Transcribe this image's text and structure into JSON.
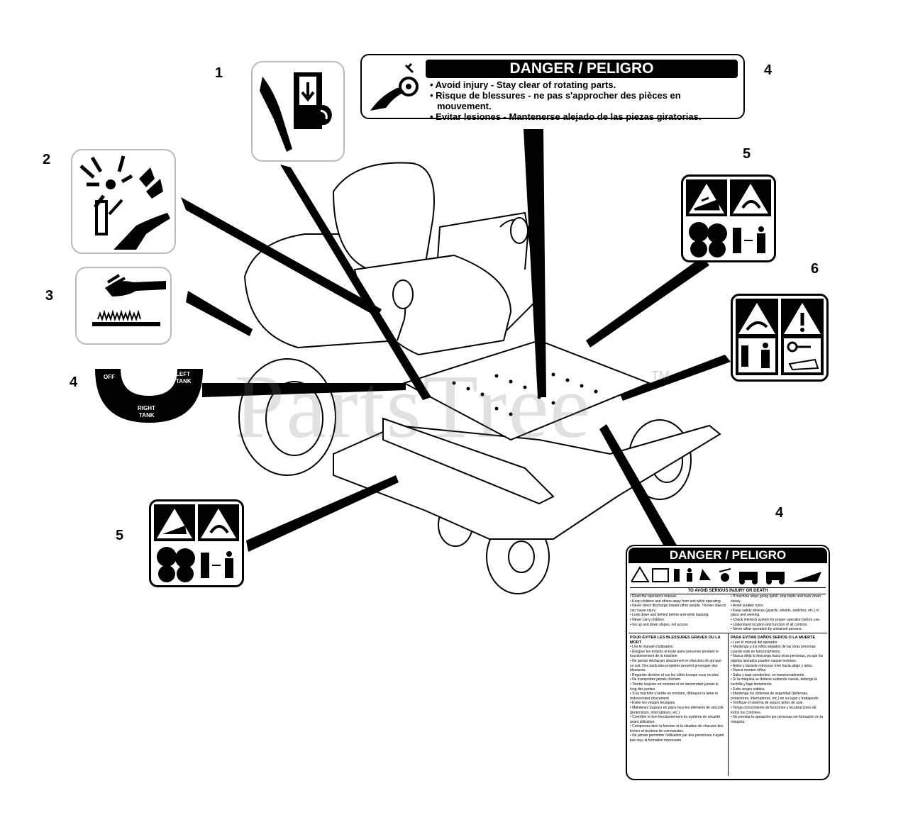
{
  "callouts": [
    "1",
    "2",
    "3",
    "4",
    "4",
    "4",
    "5",
    "5",
    "6"
  ],
  "decal_danger_rotating": {
    "header": "DANGER / PELIGRO",
    "lines": [
      "• Avoid injury - Stay clear of rotating parts.",
      "• Risque de blessures - ne pas s'approcher des pièces en",
      "mouvement.",
      "• Evitar lesiones - Mantenerse alejado de las piezas giratorias."
    ]
  },
  "decal_fuel": {
    "off": "OFF",
    "left": "LEFT",
    "left2": "TANK",
    "right": "RIGHT",
    "right2": "TANK"
  },
  "decal_danger_operator": {
    "header": "DANGER / PELIGRO",
    "subheader": "TO AVOID SERIOUS INJURY OR DEATH",
    "en_left": [
      "• Read the operator's manual.",
      "• Keep children and others away from unit while operating.",
      "• Never direct discharge toward other people. Thrown objects can cause injury.",
      "• Look down and behind before and while backing.",
      "• Never carry children.",
      "• Go up and down slopes, not across."
    ],
    "en_right": [
      "• If machine stops going uphill, stop blade and back down slowly.",
      "• Avoid sudden turns.",
      "• Keep safety devices (guards, shields, switches, etc.) in place and working.",
      "• Check interlock system for proper operation before use.",
      "• Understand location and function of all controls.",
      "• Never allow operation by untrained persons."
    ],
    "fr_header": "POUR ÉVITER LES BLESSURES GRAVES OU LA MORT",
    "es_header": "PARA EVITAR DAÑOS SERIOS O LA MUERTE",
    "fr_lines": [
      "• Lire le manuel d'utilisation.",
      "• Éloigner les enfants et toute autre personne pendant le fonctionnement de la machine.",
      "• Ne jamais décharger directement en direction de qui que ce soit. Des particules projetées peuvent provoquer des blessures.",
      "• Regarder derrière et sur les côtés lorsque vous reculez.",
      "• Ne transportez jamais d'enfant.",
      "• Tondre toujours en montant et en descendant jamais le long des pentes.",
      "• Si la machine s'arrête en montant, débrayez la lame et redescendez doucement.",
      "• Éviter les virages brusques.",
      "• Maintenez toujours en place tous les éléments de sécurité (protecteurs, interrupteurs, etc.).",
      "• Contrôler le bon fonctionnement du système de sécurité avant utilisation.",
      "• Comprenez bien la fonction et la situation de chacune des leviers et boutons de commandes.",
      "• Ne jamais permettre l'utilisation par des personnes n'ayant pas reçu la formation nécessaire."
    ],
    "es_lines": [
      "• Leer el manual del operador.",
      "• Mantenga a los niños alejados de las otras personas cuando este en funcionamiento.",
      "• Nunca dirija la descarga hacia otras personas, ya que los objetos lanzados pueden causar lesiones.",
      "• Antes y durante retroceso mire hacia abajo y atrás.",
      "• Nunca monten niños.",
      "• Suba y baje pendientes, no transversalmente.",
      "• Si la máquina se detiene subiendo cuesta, detenga la cuchilla y baje lentamente.",
      "• Evite virajes súbitos.",
      "• Mantenga los sistemas de seguridad (defensas, protectores, interruptores, etc.) en su lugar y trabajando.",
      "• Verifique el sistema de seguro antes de usar.",
      "• Tenga conocimiento de funciones y localizaciones de todos los controles.",
      "• No permita la operación por personas sin formación en la máquina."
    ]
  },
  "watermark": "PartsTree",
  "trademark": "TM",
  "colors": {
    "ink": "#000000",
    "paper": "#ffffff",
    "watermark": "#787878"
  },
  "icons": [
    "crush-hand-icon",
    "thrown-objects-icon",
    "hot-surface-icon",
    "rotating-parts-icon",
    "slope-hazard-icon",
    "rollover-icon",
    "keep-away-icon",
    "key-removal-icon",
    "warning-triangle-icon",
    "manual-icon"
  ]
}
